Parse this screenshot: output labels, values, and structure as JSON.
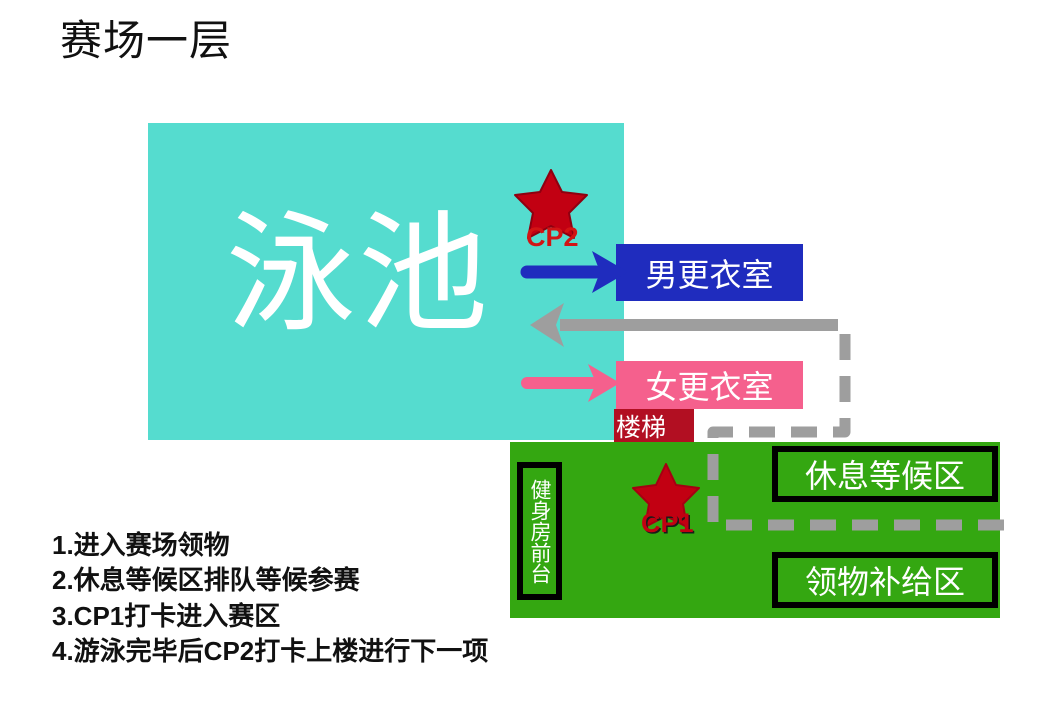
{
  "page": {
    "title": "赛场一层"
  },
  "map": {
    "pool": {
      "label": "泳池",
      "color": "#55DCCF"
    },
    "gym_area": {
      "color": "#34A711"
    },
    "rooms": [
      {
        "name": "mens-locker-room",
        "label": "男更衣室",
        "color": "#1F2CBE"
      },
      {
        "name": "womens-locker-room",
        "label": "女更衣室",
        "color": "#F5608D"
      },
      {
        "name": "stairs",
        "label": "楼梯",
        "color": "#B20F22"
      }
    ],
    "zones": [
      {
        "name": "gym-front-desk",
        "label": "健身房前台",
        "orientation": "vertical"
      },
      {
        "name": "rest-waiting-area",
        "label": "休息等候区",
        "orientation": "horizontal"
      },
      {
        "name": "supply-pickup-area",
        "label": "领物补给区",
        "orientation": "horizontal"
      }
    ],
    "checkpoints": [
      {
        "name": "cp2",
        "label": "CP2",
        "color": "#C20012"
      },
      {
        "name": "cp1",
        "label": "CP1",
        "color": "#C20012"
      }
    ],
    "arrows": [
      {
        "name": "pool-to-mens-locker-arrow",
        "color": "#1F2CBE",
        "direction": "right"
      },
      {
        "name": "return-to-pool-arrow",
        "color": "#9E9E9E",
        "direction": "left"
      },
      {
        "name": "pool-to-womens-locker-arrow",
        "color": "#F5608D",
        "direction": "right"
      }
    ],
    "route_path": {
      "name": "dashed-route-path",
      "color": "#9E9E9E",
      "style": "dashed"
    }
  },
  "instructions": {
    "items": [
      "1.进入赛场领物",
      "2.休息等候区排队等候参赛",
      "3.CP1打卡进入赛区",
      "4.游泳完毕后CP2打卡上楼进行下一项"
    ]
  }
}
